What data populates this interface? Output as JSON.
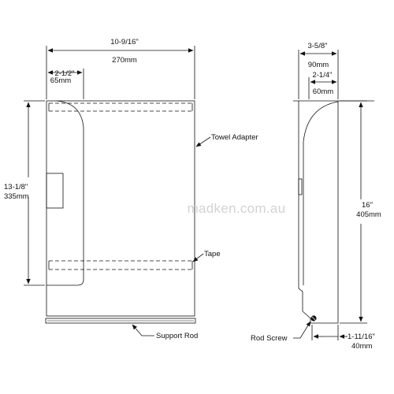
{
  "front_view": {
    "width_in": "10-9/16\"",
    "width_mm": "270mm",
    "left_offset_in": "2-1/2\"",
    "left_offset_mm": "65mm",
    "height_in": "13-1/8\"",
    "height_mm": "335mm",
    "towel_adapter_label": "Towel Adapter",
    "tape_label": "Tape",
    "support_rod_label": "Support Rod"
  },
  "side_view": {
    "depth_in": "3-5/8\"",
    "depth_mm": "90mm",
    "inner_depth_in": "2-1/4\"",
    "inner_depth_mm": "60mm",
    "height_in": "16\"",
    "height_mm": "405mm",
    "rod_screw_label": "Rod Screw",
    "bottom_offset_in": "1-11/16\"",
    "bottom_offset_mm": "40mm"
  },
  "watermark": "madken.com.au",
  "colors": {
    "line": "#111111",
    "watermark": "#d2d2d2",
    "background": "#ffffff"
  }
}
